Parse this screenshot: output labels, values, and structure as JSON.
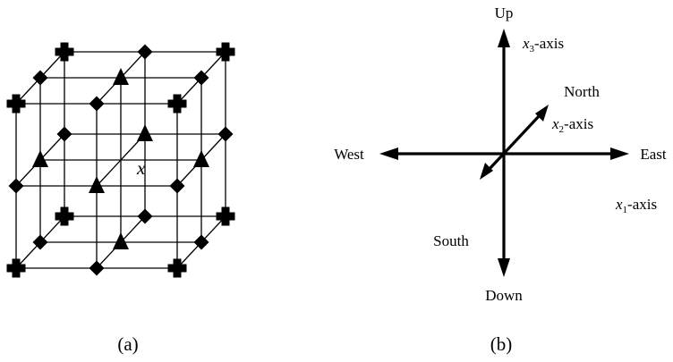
{
  "panel_a": {
    "center_label": "x",
    "caption": "(a)",
    "marker_legend": {
      "corner": "cross",
      "edge_midpoint": "diamond",
      "face_center": "triangle"
    }
  },
  "panel_b": {
    "caption": "(b)",
    "directions": {
      "up": "Up",
      "down": "Down",
      "east": "East",
      "west": "West",
      "north": "North",
      "south": "South"
    },
    "axes": {
      "x1": {
        "var": "x",
        "sub": "1",
        "suffix": "-axis"
      },
      "x2": {
        "var": "x",
        "sub": "2",
        "suffix": "-axis"
      },
      "x3": {
        "var": "x",
        "sub": "3",
        "suffix": "-axis"
      }
    }
  }
}
